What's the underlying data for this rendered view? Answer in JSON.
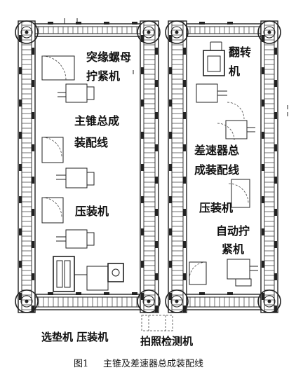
{
  "labels": {
    "nut_tightening_l1": "突缘螺母",
    "nut_tightening_l2": "拧紧机",
    "main_cone_l1": "主锥总成",
    "main_cone_l2": "装配线",
    "press_machine_left": "压装机",
    "flip_l1": "翻转",
    "flip_l2": "机",
    "differential_l1": "差速器总",
    "differential_l2": "成装配线",
    "press_machine_right": "压装机",
    "auto_tightening_l1": "自动拧",
    "auto_tightening_l2": "紧机",
    "bottom_left": "选垫机 压装机",
    "bottom_center": "拍照检测机"
  },
  "caption": {
    "figure_no": "图1",
    "title": "主锥及差速器总成装配线"
  }
}
